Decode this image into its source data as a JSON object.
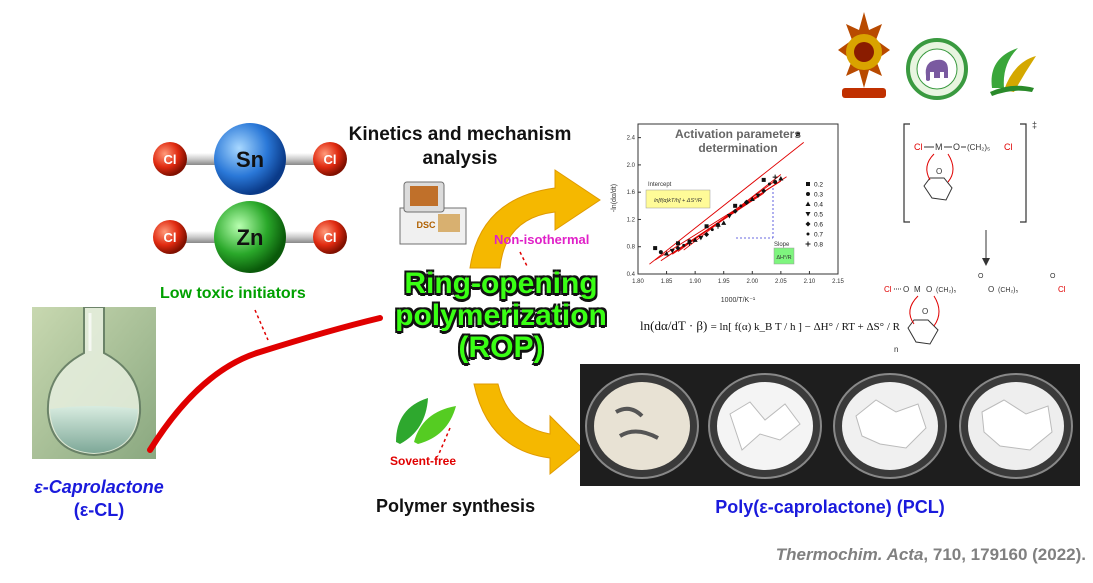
{
  "logos": [
    "university-seal",
    "elephant-emblem",
    "green-leaf-logo"
  ],
  "initiators": {
    "sn_molecule": {
      "center": "Sn",
      "ligands": [
        "Cl",
        "Cl"
      ]
    },
    "zn_molecule": {
      "center": "Zn",
      "ligands": [
        "Cl",
        "Cl"
      ]
    },
    "label": "Low toxic initiators"
  },
  "monomer": {
    "line1": "ε-Caprolactone",
    "line2": "(ε-CL)"
  },
  "kinetics": {
    "line1": "Kinetics and mechanism",
    "line2": "analysis",
    "instrument_label": "DSC",
    "mode": "Non-isothermal"
  },
  "rop": {
    "line1": "Ring-opening",
    "line2": "polymerization",
    "line3": "(ROP)"
  },
  "synthesis": {
    "solvent": "Sovent-free",
    "label": "Polymer synthesis"
  },
  "product": {
    "label": "Poly(ε-caprolactone) (PCL)"
  },
  "chart_data": {
    "type": "scatter",
    "title": "Activation parameters determination",
    "xlabel": "1000/T/K⁻¹",
    "ylabel": "-ln(dα/dt)",
    "xlim": [
      1.8,
      2.15
    ],
    "ylim": [
      0.4,
      2.6
    ],
    "xticks": [
      "1.80",
      "1.85",
      "1.90",
      "1.95",
      "2.00",
      "2.05",
      "2.10",
      "2.15"
    ],
    "yticks": [
      "0.4",
      "0.8",
      "1.2",
      "1.6",
      "2.0",
      "2.4"
    ],
    "annotations": {
      "intercept": "Intercept",
      "slope": "Slope"
    },
    "series": [
      {
        "name": "0.2",
        "marker": "square",
        "x": [
          1.83,
          1.87,
          1.92,
          1.97,
          2.02,
          2.08
        ],
        "y": [
          0.78,
          0.85,
          1.1,
          1.4,
          1.78,
          2.45
        ]
      },
      {
        "name": "0.3",
        "marker": "circle",
        "x": [
          1.84,
          1.89,
          1.94,
          1.99,
          2.04
        ],
        "y": [
          0.72,
          0.88,
          1.12,
          1.45,
          1.75
        ]
      },
      {
        "name": "0.4",
        "marker": "triangle",
        "x": [
          1.85,
          1.9,
          1.95,
          2.0,
          2.05
        ],
        "y": [
          0.7,
          0.9,
          1.15,
          1.5,
          1.8
        ]
      },
      {
        "name": "0.5",
        "marker": "triangle-down",
        "x": [
          1.86,
          1.91,
          1.96,
          2.01
        ],
        "y": [
          0.74,
          0.93,
          1.25,
          1.55
        ]
      },
      {
        "name": "0.6",
        "marker": "diamond",
        "x": [
          1.87,
          1.92,
          1.97,
          2.02
        ],
        "y": [
          0.78,
          0.98,
          1.32,
          1.62
        ]
      },
      {
        "name": "0.7",
        "marker": "circle-small",
        "x": [
          1.88,
          1.93,
          1.98,
          2.03
        ],
        "y": [
          0.82,
          1.05,
          1.4,
          1.72
        ]
      },
      {
        "name": "0.8",
        "marker": "plus",
        "x": [
          1.89,
          1.94,
          1.99,
          2.04
        ],
        "y": [
          0.85,
          1.1,
          1.45,
          1.82
        ]
      }
    ],
    "legend_position": "right"
  },
  "equation": {
    "lhs": "ln(dα/dT · β)",
    "rhs": "= ln[ f(α) k_B T / h ] − ΔH° / RT + ΔS° / R"
  },
  "mechanism": {
    "scheme1": {
      "cl_left": "Cl",
      "metal": "M",
      "oxy": "O",
      "chain": "(CH₂)₅",
      "cl_right": "Cl",
      "carbonyl_o": "O",
      "charge": "‡"
    },
    "scheme2": {
      "cl_left": "Cl",
      "o1": "O",
      "metal": "M",
      "o2": "O",
      "chain1": "(CH₂)₅",
      "o3": "O",
      "chain2": "(CH₂)₅",
      "cl_right": "Cl",
      "carbonyl_o": "O",
      "n": "n"
    }
  },
  "citation": {
    "journal": "Thermochim. Acta",
    "rest": ", 710, 179160 (2022)."
  },
  "colors": {
    "green_label": "#00a000",
    "blue_label": "#1a1adc",
    "magenta": "#e020c8",
    "red": "#e00000",
    "arrow_yellow": "#f5b800",
    "rop_green": "#39ff14",
    "gray_citation": "#808080"
  }
}
